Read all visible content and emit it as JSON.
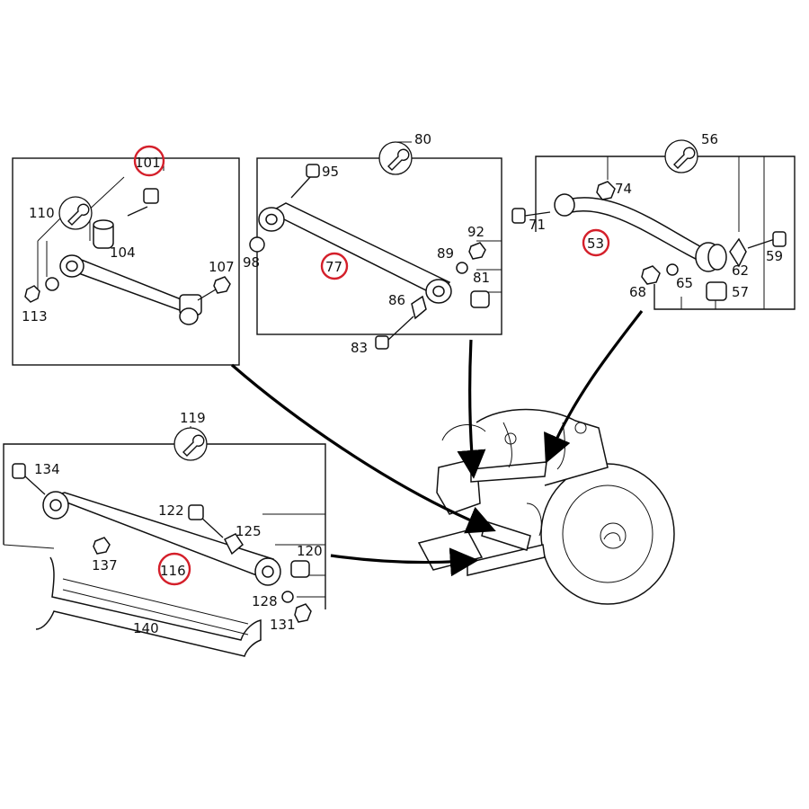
{
  "labels": {
    "p101": "101",
    "p110": "110",
    "p104": "104",
    "p107": "107",
    "p113": "113",
    "p80": "80",
    "p95": "95",
    "p98": "98",
    "p77": "77",
    "p92": "92",
    "p89": "89",
    "p81": "81",
    "p86": "86",
    "p83": "83",
    "p56": "56",
    "p74": "74",
    "p71": "71",
    "p53": "53",
    "p59": "59",
    "p62": "62",
    "p68": "68",
    "p65": "65",
    "p57": "57",
    "p119": "119",
    "p134": "134",
    "p122": "122",
    "p125": "125",
    "p120": "120",
    "p137": "137",
    "p116": "116",
    "p128": "128",
    "p140": "140",
    "p131": "131"
  },
  "highlighted_parts": [
    "101",
    "77",
    "53",
    "116"
  ],
  "colors": {
    "highlight": "#d41f2a",
    "line": "#111111",
    "background": "#ffffff"
  },
  "icons": [
    "wrench-icon"
  ]
}
